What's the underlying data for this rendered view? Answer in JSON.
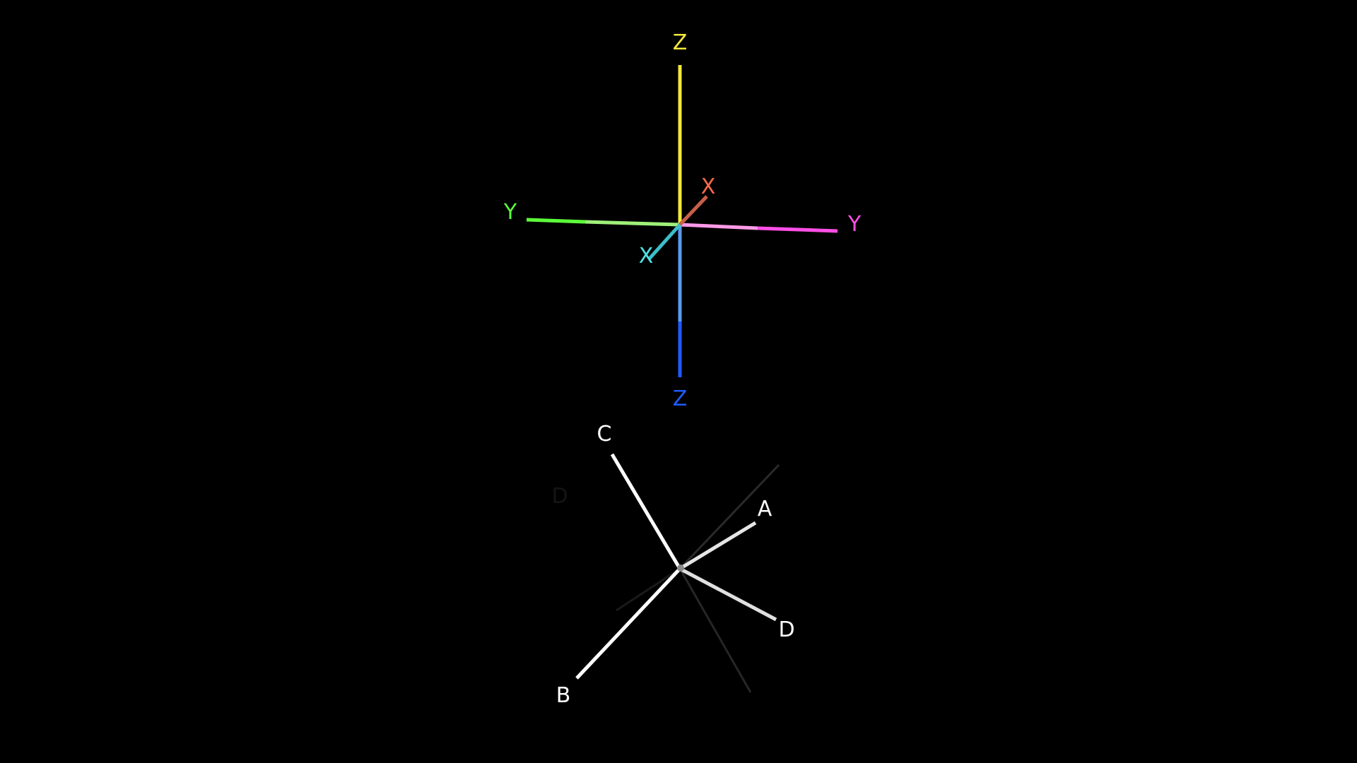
{
  "axes_gizmo": {
    "axes": [
      {
        "id": "z-pos",
        "label": "Z",
        "color": "#f2e83a"
      },
      {
        "id": "z-neg",
        "label": "Z",
        "color": "#1f5bff"
      },
      {
        "id": "y-neg",
        "label": "Y",
        "color": "#5cff3a"
      },
      {
        "id": "y-pos",
        "label": "Y",
        "color": "#ff4fe6"
      },
      {
        "id": "x-pos",
        "label": "X",
        "color": "#ff6a4a"
      },
      {
        "id": "x-neg",
        "label": "X",
        "color": "#4fe3ea"
      }
    ]
  },
  "star_figure": {
    "arms": [
      {
        "id": "a",
        "label": "A",
        "visible": true
      },
      {
        "id": "b",
        "label": "B",
        "visible": true
      },
      {
        "id": "c",
        "label": "C",
        "visible": true
      },
      {
        "id": "d",
        "label": "D",
        "visible": true
      },
      {
        "id": "d-ghost",
        "label": "D",
        "visible": false
      },
      {
        "id": "ghost-ne",
        "label": "",
        "visible": false
      },
      {
        "id": "ghost-se",
        "label": "",
        "visible": false
      }
    ],
    "color": "#ffffff"
  }
}
